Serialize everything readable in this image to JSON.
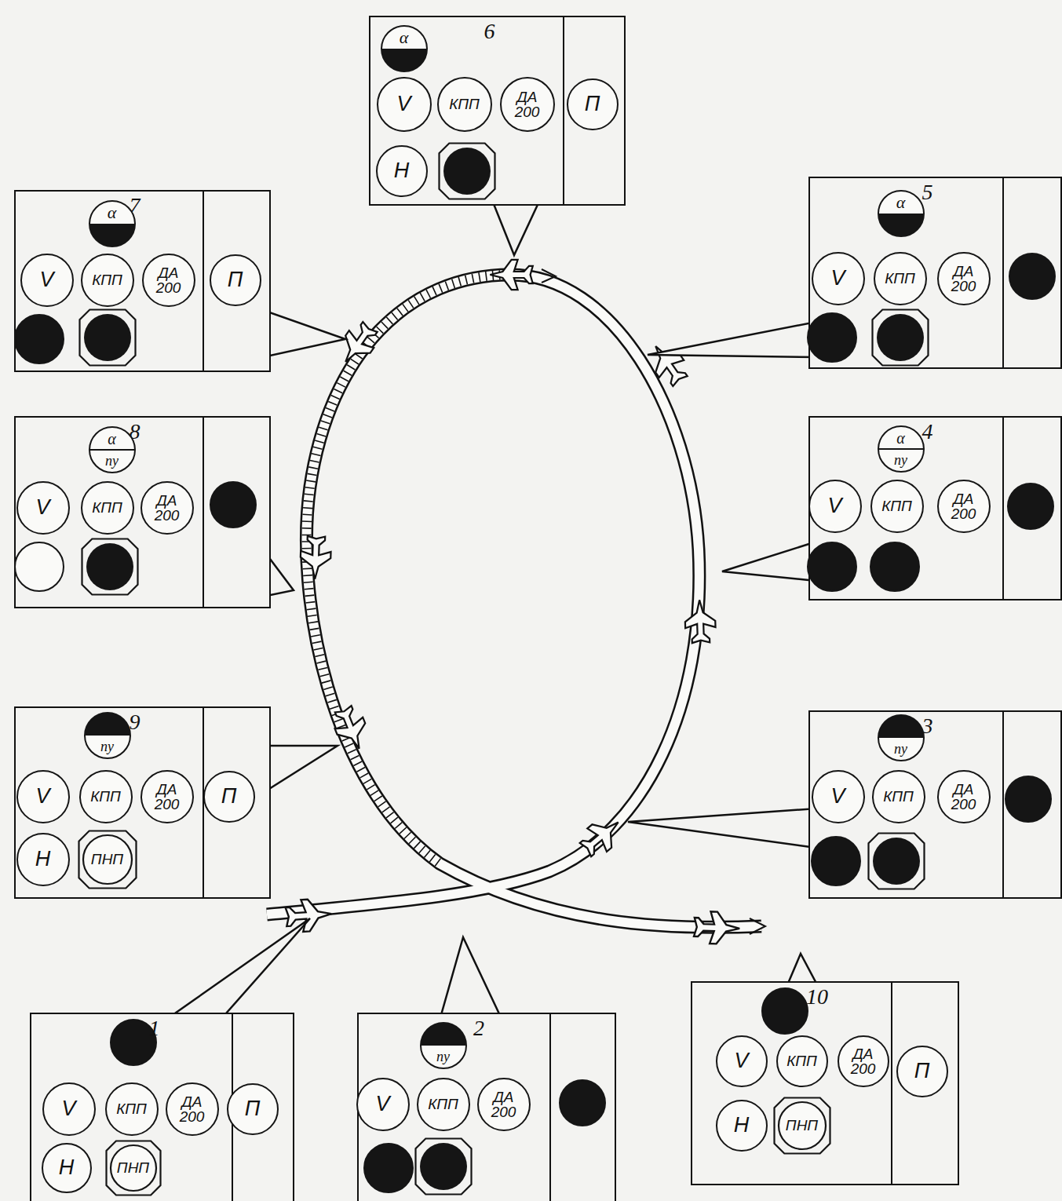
{
  "diagram": {
    "nodes": [
      {
        "text": [
          "6"
        ]
      },
      {
        "text": [
          "α"
        ],
        "in": 0
      },
      {
        "text": [
          "V"
        ],
        "in": 0
      },
      {
        "text": [
          "КПП"
        ],
        "in": 0
      },
      {
        "text": [
          "ДА 200"
        ],
        "in": 0
      },
      {
        "text": [
          "П"
        ],
        "in": 0
      },
      {
        "text": [
          "Н"
        ],
        "in": 0
      },
      {
        "text": [
          "7"
        ]
      },
      {
        "text": [
          "α"
        ],
        "in": 7
      },
      {
        "text": [
          "V"
        ],
        "in": 7
      },
      {
        "text": [
          "КПП"
        ],
        "in": 7
      },
      {
        "text": [
          "ДА 200"
        ],
        "in": 7
      },
      {
        "text": [
          "П"
        ],
        "in": 7
      },
      {
        "text": [
          "5"
        ]
      },
      {
        "text": [
          "α"
        ],
        "in": 13
      },
      {
        "text": [
          "V"
        ],
        "in": 13
      },
      {
        "text": [
          "КПП"
        ],
        "in": 13
      },
      {
        "text": [
          "ДА 200"
        ],
        "in": 13
      },
      {
        "text": [
          "8"
        ]
      },
      {
        "text": [
          "α",
          "ny"
        ],
        "in": 18
      },
      {
        "text": [
          "V"
        ],
        "in": 18
      },
      {
        "text": [
          "КПП"
        ],
        "in": 18
      },
      {
        "text": [
          "ДА 200"
        ],
        "in": 18
      },
      {
        "text": [
          "4"
        ]
      },
      {
        "text": [
          "α",
          "ny"
        ],
        "in": 23
      },
      {
        "text": [
          "V"
        ],
        "in": 23
      },
      {
        "text": [
          "КПП"
        ],
        "in": 23
      },
      {
        "text": [
          "ДА 200"
        ],
        "in": 23
      },
      {
        "text": [
          "9"
        ]
      },
      {
        "text": [
          "ny"
        ],
        "in": 28
      },
      {
        "text": [
          "V"
        ],
        "in": 28
      },
      {
        "text": [
          "КПП"
        ],
        "in": 28
      },
      {
        "text": [
          "ДА 200"
        ],
        "in": 28
      },
      {
        "text": [
          "П"
        ],
        "in": 28
      },
      {
        "text": [
          "Н"
        ],
        "in": 28
      },
      {
        "text": [
          "ПНП"
        ],
        "in": 28
      },
      {
        "text": [
          "3"
        ]
      },
      {
        "text": [
          "ny"
        ],
        "in": 36
      },
      {
        "text": [
          "V"
        ],
        "in": 36
      },
      {
        "text": [
          "КПП"
        ],
        "in": 36
      },
      {
        "text": [
          "ДА 200"
        ],
        "in": 36
      },
      {
        "text": [
          "10"
        ]
      },
      {
        "text": [
          "V"
        ],
        "in": 41
      },
      {
        "text": [
          "КПП"
        ],
        "in": 41
      },
      {
        "text": [
          "ДА 200"
        ],
        "in": 41
      },
      {
        "text": [
          "П"
        ],
        "in": 41
      },
      {
        "text": [
          "Н"
        ],
        "in": 41
      },
      {
        "text": [
          "ПНП"
        ],
        "in": 41
      },
      {
        "text": [
          "1"
        ]
      },
      {
        "text": [
          "V"
        ],
        "in": 48
      },
      {
        "text": [
          "КПП"
        ],
        "in": 48
      },
      {
        "text": [
          "ДА 200"
        ],
        "in": 48
      },
      {
        "text": [
          "П"
        ],
        "in": 48
      },
      {
        "text": [
          "Н"
        ],
        "in": 48
      },
      {
        "text": [
          "ПНП"
        ],
        "in": 48
      },
      {
        "text": [
          "2"
        ]
      },
      {
        "text": [
          "ny"
        ],
        "in": 55
      },
      {
        "text": [
          "V"
        ],
        "in": 55
      },
      {
        "text": [
          "КПП"
        ],
        "in": 55
      },
      {
        "text": [
          "ДА 200"
        ],
        "in": 55
      }
    ]
  }
}
